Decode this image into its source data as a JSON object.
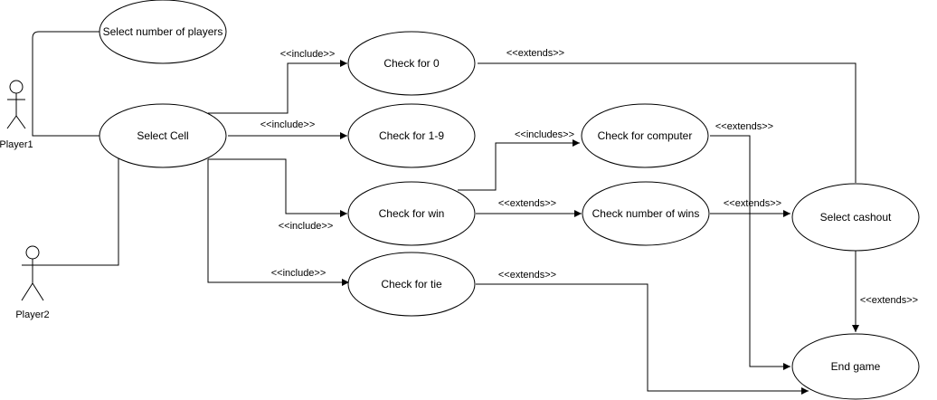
{
  "actors": [
    {
      "id": "player1",
      "label": "Player1"
    },
    {
      "id": "player2",
      "label": "Player2"
    }
  ],
  "use_cases": [
    {
      "id": "select-number-of-players",
      "label": "Select number of players"
    },
    {
      "id": "select-cell",
      "label": "Select Cell"
    },
    {
      "id": "check-for-0",
      "label": "Check for 0"
    },
    {
      "id": "check-for-1-9",
      "label": "Check for 1-9"
    },
    {
      "id": "check-for-win",
      "label": "Check for win"
    },
    {
      "id": "check-for-tie",
      "label": "Check for tie"
    },
    {
      "id": "check-for-computer",
      "label": "Check for computer"
    },
    {
      "id": "check-number-of-wins",
      "label": "Check number of wins"
    },
    {
      "id": "select-cashout",
      "label": "Select cashout"
    },
    {
      "id": "end-game",
      "label": "End game"
    }
  ],
  "relationships": [
    {
      "id": "rel-include-check-0",
      "label": "<<include>>"
    },
    {
      "id": "rel-include-check-1-9",
      "label": "<<include>>"
    },
    {
      "id": "rel-include-check-win",
      "label": "<<include>>"
    },
    {
      "id": "rel-include-check-tie",
      "label": "<<include>>"
    },
    {
      "id": "rel-includes-check-computer",
      "label": "<<includes>>"
    },
    {
      "id": "rel-extends-check-0",
      "label": "<<extends>>"
    },
    {
      "id": "rel-extends-check-computer",
      "label": "<<extends>>"
    },
    {
      "id": "rel-extends-check-win",
      "label": "<<extends>>"
    },
    {
      "id": "rel-extends-number-of-wins",
      "label": "<<extends>>"
    },
    {
      "id": "rel-extends-check-tie",
      "label": "<<extends>>"
    },
    {
      "id": "rel-extends-cashout",
      "label": "<<extends>>"
    }
  ]
}
